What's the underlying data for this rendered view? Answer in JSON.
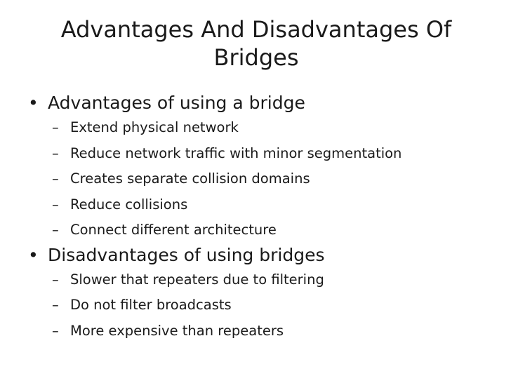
{
  "slide": {
    "title_line1": "Advantages And Disadvantages Of",
    "title_line2": "Bridges",
    "sections": [
      {
        "heading": "Advantages of using a bridge",
        "items": [
          "Extend physical network",
          "Reduce network traffic with minor segmentation",
          "Creates separate collision domains",
          "Reduce collisions",
          "Connect different architecture"
        ]
      },
      {
        "heading": "Disadvantages of using bridges",
        "items": [
          "Slower that repeaters due to filtering",
          "Do not filter broadcasts",
          "More expensive than repeaters"
        ]
      }
    ]
  }
}
